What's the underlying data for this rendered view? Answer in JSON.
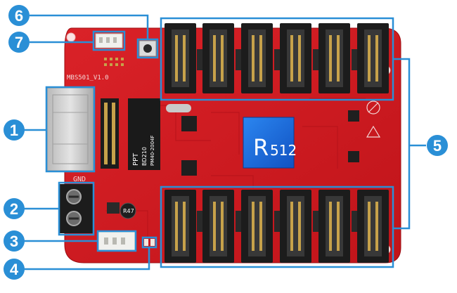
{
  "board": {
    "model_silk": "MBS501_V1.0",
    "gnd_silk": "GND",
    "main_chip": {
      "brand": "R",
      "model": "512"
    },
    "phy_chip": {
      "line1": "PPT",
      "line2": "BD210",
      "line3": "PM40-2004F"
    },
    "inductor_text": "R47"
  },
  "callouts": [
    {
      "number": "1"
    },
    {
      "number": "2"
    },
    {
      "number": "3"
    },
    {
      "number": "4"
    },
    {
      "number": "5"
    },
    {
      "number": "6"
    },
    {
      "number": "7"
    }
  ],
  "colors": {
    "pcb": "#d0191f",
    "pcb_dark": "#a80f14",
    "callout": "#2a8fd6",
    "chip_blue": "#1b6ddc",
    "connector": "#1c1c1c"
  }
}
